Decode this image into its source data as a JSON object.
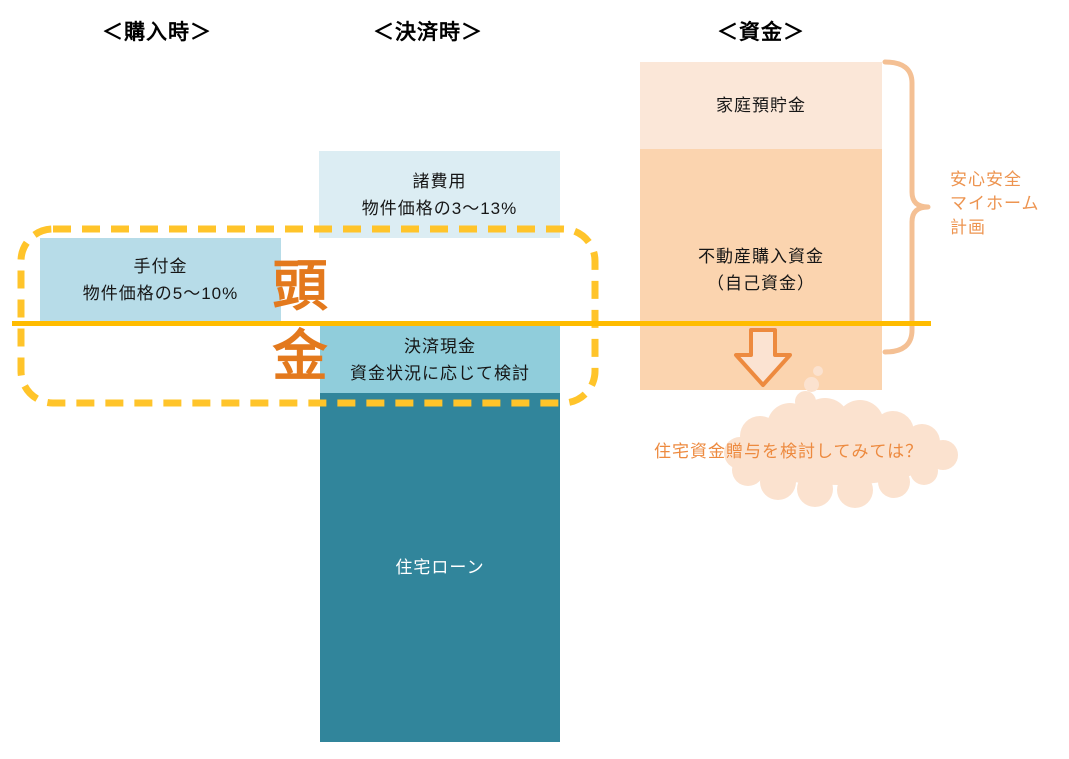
{
  "headers": {
    "purchase": "＜購入時＞",
    "settlement": "＜決済時＞",
    "funds": "＜資金＞"
  },
  "boxes": {
    "deposit": {
      "title": "手付金",
      "subtitle": "物件価格の5～10%",
      "color": "#B7DCE8"
    },
    "expenses": {
      "title": "諸費用",
      "subtitle": "物件価格の3～13%",
      "color": "#DCEDF3"
    },
    "settlement_cash": {
      "title": "決済現金",
      "subtitle": "資金状況に応じて検討",
      "color": "#90CDDB"
    },
    "home_loan": {
      "title": "住宅ローン",
      "color": "#31859B"
    },
    "household_savings": {
      "title": "家庭預貯金",
      "color": "#FBE7D8"
    },
    "purchase_funds": {
      "title": "不動産購入資金",
      "subtitle": "（自己資金）",
      "color": "#FBD4AF"
    }
  },
  "callouts": {
    "down_payment": {
      "text": "頭金",
      "char1": "頭",
      "char2": "金",
      "color": "#E3791D"
    },
    "plan": {
      "line1": "安心安全",
      "line2": "マイホーム",
      "line3": "計画",
      "color": "#ED9450"
    },
    "gift": {
      "text": "住宅資金贈与を検討してみては？",
      "color": "#ED8A3F"
    }
  },
  "shapes": {
    "dashed_border_color": "#FFC42A",
    "horizontal_line_color": "#FFBC00",
    "brace_color": "#F4C094",
    "arrow_outline_color": "#ED8A3F",
    "arrow_fill_color": "#FBE3D2",
    "cloud_color": "#FBE2CF",
    "loan_text_color": "#FFFFFF"
  }
}
